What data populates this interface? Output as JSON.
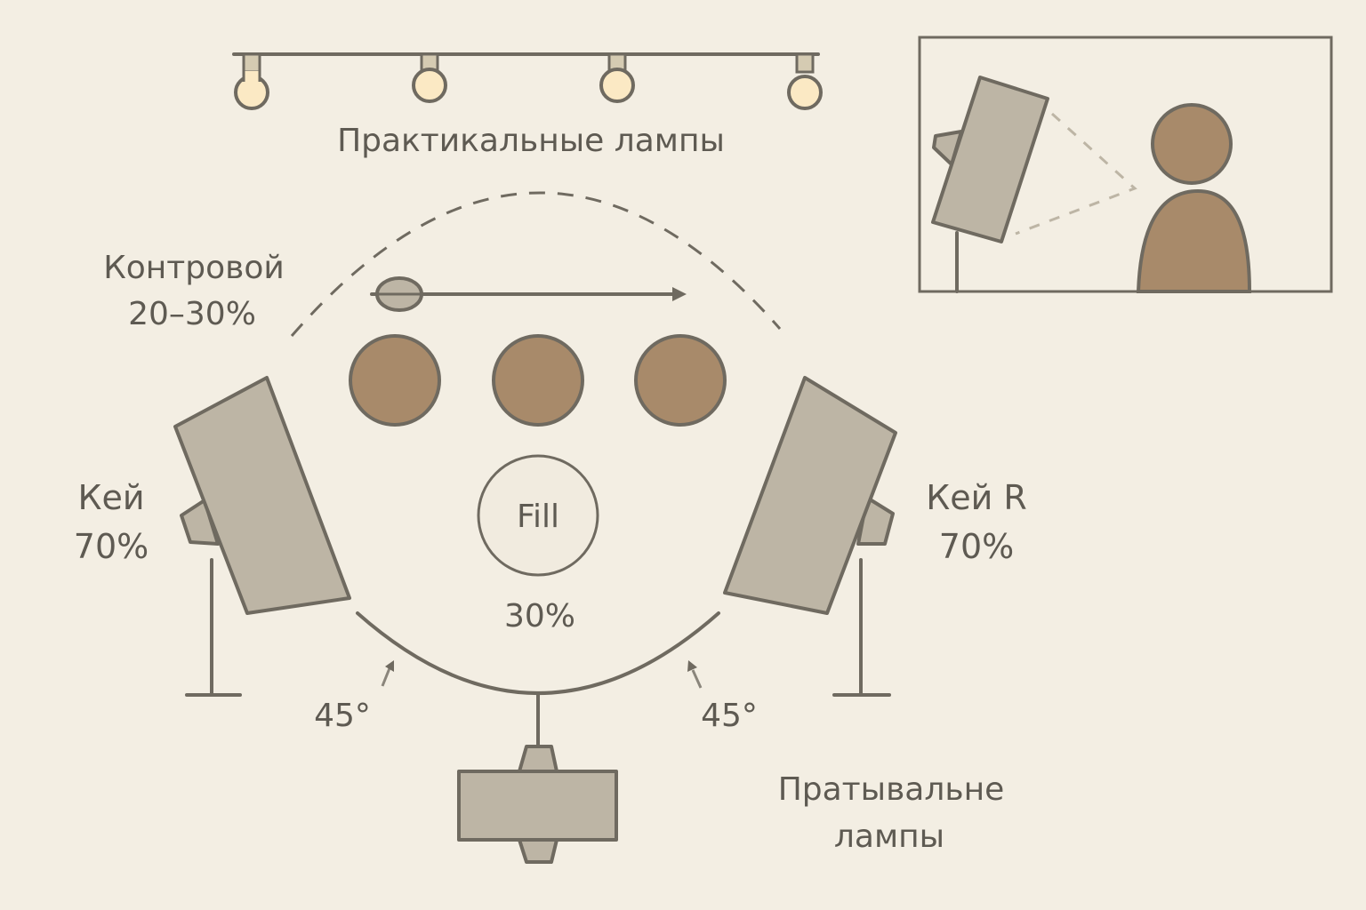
{
  "colors": {
    "background": "#f3eee3",
    "stroke": "#6f6a60",
    "light_fill": "#bdb5a5",
    "subject": "#a88a6a",
    "bulb": "#fbe9c4"
  },
  "labels": {
    "practicals": "Практикальные лампы",
    "backlight_name": "Контровой",
    "backlight_value": "20–30%",
    "key_left_name": "Кей",
    "key_left_value": "70%",
    "key_right_name": "Кей R",
    "key_right_value": "70%",
    "fill_name": "Fill",
    "fill_value": "30%",
    "angle_left": "45°",
    "angle_right": "45°",
    "bottom_line1": "Пратывальне",
    "bottom_line2": "лампы"
  }
}
